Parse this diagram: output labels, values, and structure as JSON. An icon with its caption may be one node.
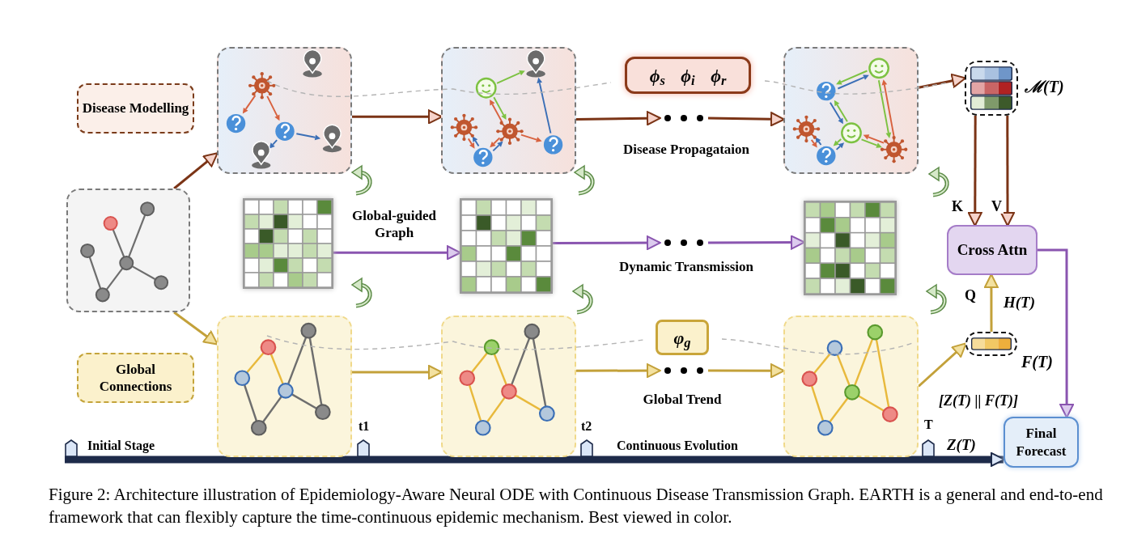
{
  "diagram": {
    "caption": "Figure 2: Architecture illustration of Epidemiology-Aware Neural ODE with Continuous Disease Transmission Graph. EARTH is a general and end-to-end framework that can flexibly capture the time-continuous epidemic mechanism. Best viewed in color.",
    "nodes": [
      {
        "text": [
          "Disease Modelling"
        ]
      },
      {
        "text": [],
        "shape": "box"
      },
      {
        "text": [
          "Global Connections"
        ]
      },
      {
        "text": [],
        "shape": "box"
      },
      {
        "text": [],
        "shape": "box"
      },
      {
        "text": [
          "ϕ$_{s}$ ϕ$_{i}$ ϕ$_{r}$"
        ]
      },
      {
        "text": [],
        "shape": "box"
      },
      {
        "text": [],
        "shape": "box",
        "beside": [
          "ℳ(T)"
        ]
      },
      {
        "text": [],
        "shape": "grid"
      },
      {
        "text": [],
        "shape": "grid"
      },
      {
        "text": [],
        "shape": "grid"
      },
      {
        "text": [],
        "shape": "box"
      },
      {
        "text": [],
        "shape": "box"
      },
      {
        "text": [
          "φ$_{g}$"
        ]
      },
      {
        "text": [],
        "shape": "box"
      },
      {
        "text": [],
        "shape": "box",
        "beside": [
          "F(T)"
        ]
      },
      {
        "text": [
          "Cross Attn"
        ]
      },
      {
        "text": [
          "Final Forecast"
        ]
      },
      {
        "text": [],
        "shape": "ellipsis"
      },
      {
        "text": [],
        "shape": "ellipsis"
      },
      {
        "text": [],
        "shape": "ellipsis"
      }
    ],
    "edges": [
      {
        "from": 1,
        "to": 3,
        "arrow": "to",
        "color": "#7b3416"
      },
      {
        "from": 1,
        "to": 11,
        "arrow": "to",
        "color": "#c3a13a"
      },
      {
        "from": 3,
        "to": 4,
        "arrow": "to",
        "color": "#7b3416"
      },
      {
        "from": 4,
        "to": 18,
        "arrow": "to",
        "color": "#7b3416"
      },
      {
        "from": 18,
        "to": 6,
        "arrow": "to",
        "color": "#7b3416"
      },
      {
        "from": 6,
        "to": 7,
        "arrow": "to",
        "color": "#7b3416"
      },
      {
        "from": 8,
        "to": 9,
        "arrow": "to",
        "color": "#8a55b0"
      },
      {
        "from": 9,
        "to": 19,
        "arrow": "to",
        "color": "#8a55b0"
      },
      {
        "from": 19,
        "to": 10,
        "arrow": "to",
        "color": "#8a55b0"
      },
      {
        "from": 11,
        "to": 12,
        "arrow": "to",
        "color": "#c3a13a"
      },
      {
        "from": 12,
        "to": 20,
        "arrow": "to",
        "color": "#c3a13a"
      },
      {
        "from": 20,
        "to": 14,
        "arrow": "to",
        "color": "#c3a13a"
      },
      {
        "from": 14,
        "to": 15,
        "arrow": "to",
        "color": "#c3a13a"
      },
      {
        "from": 7,
        "to": 16,
        "arrow": "to",
        "label": "K",
        "color": "#7b3416"
      },
      {
        "from": 7,
        "to": 16,
        "arrow": "to",
        "label": "V",
        "color": "#7b3416"
      },
      {
        "from": 15,
        "to": 16,
        "arrow": "to",
        "label": "Q",
        "color": "#c3a13a"
      },
      {
        "from": 16,
        "to": 17,
        "arrow": "to",
        "color": "#8a55b0"
      },
      {
        "from": null,
        "to": 17,
        "arrow": "to",
        "style": "thick",
        "color": "#1e2b4a"
      }
    ],
    "labels": [
      "Global-guided Graph",
      "Disease Propagataion",
      "Dynamic Transmission",
      "Global Trend",
      "H(T)",
      "[Z(T) || F(T)]",
      "t1",
      "t2",
      "T",
      "Initial Stage",
      "Continuous Evolution",
      "Z(T)"
    ]
  }
}
